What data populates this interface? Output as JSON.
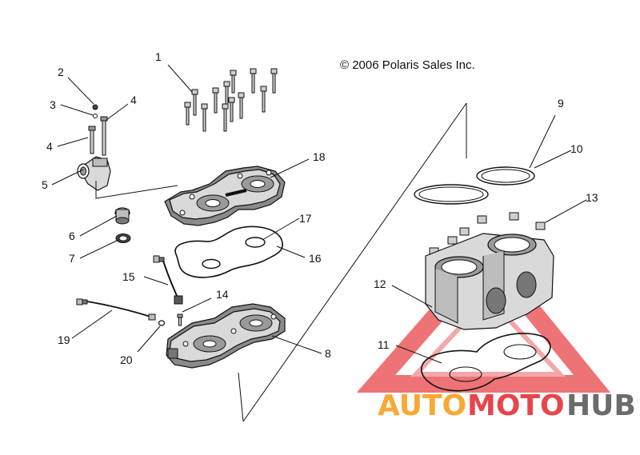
{
  "copyright": "© 2006 Polaris Sales Inc.",
  "callouts": [
    {
      "label": "1",
      "part": "head-bolts"
    },
    {
      "label": "2",
      "part": "screw"
    },
    {
      "label": "3",
      "part": "washer"
    },
    {
      "label": "4",
      "part": "bolt"
    },
    {
      "label": "4",
      "part": "bolt"
    },
    {
      "label": "5",
      "part": "thermostat-housing"
    },
    {
      "label": "6",
      "part": "thermostat"
    },
    {
      "label": "7",
      "part": "o-ring"
    },
    {
      "label": "8",
      "part": "cylinder-head-lower"
    },
    {
      "label": "9",
      "part": "head-gasket-ring"
    },
    {
      "label": "10",
      "part": "head-gasket-ring"
    },
    {
      "label": "11",
      "part": "base-gasket"
    },
    {
      "label": "12",
      "part": "cylinder"
    },
    {
      "label": "13",
      "part": "nut"
    },
    {
      "label": "14",
      "part": "bolt"
    },
    {
      "label": "15",
      "part": "temperature-sensor"
    },
    {
      "label": "16",
      "part": "head-cover-gasket"
    },
    {
      "label": "17",
      "part": "o-ring"
    },
    {
      "label": "18",
      "part": "cylinder-head-cover"
    },
    {
      "label": "19",
      "part": "sensor-wire"
    },
    {
      "label": "20",
      "part": "washer"
    }
  ],
  "watermark": {
    "part1": "AUTO",
    "part2": "MOTO",
    "part3": "HUB",
    "colors": {
      "orange": "#f6a935",
      "red": "#e8454a",
      "gray": "#6b6b6b"
    }
  }
}
